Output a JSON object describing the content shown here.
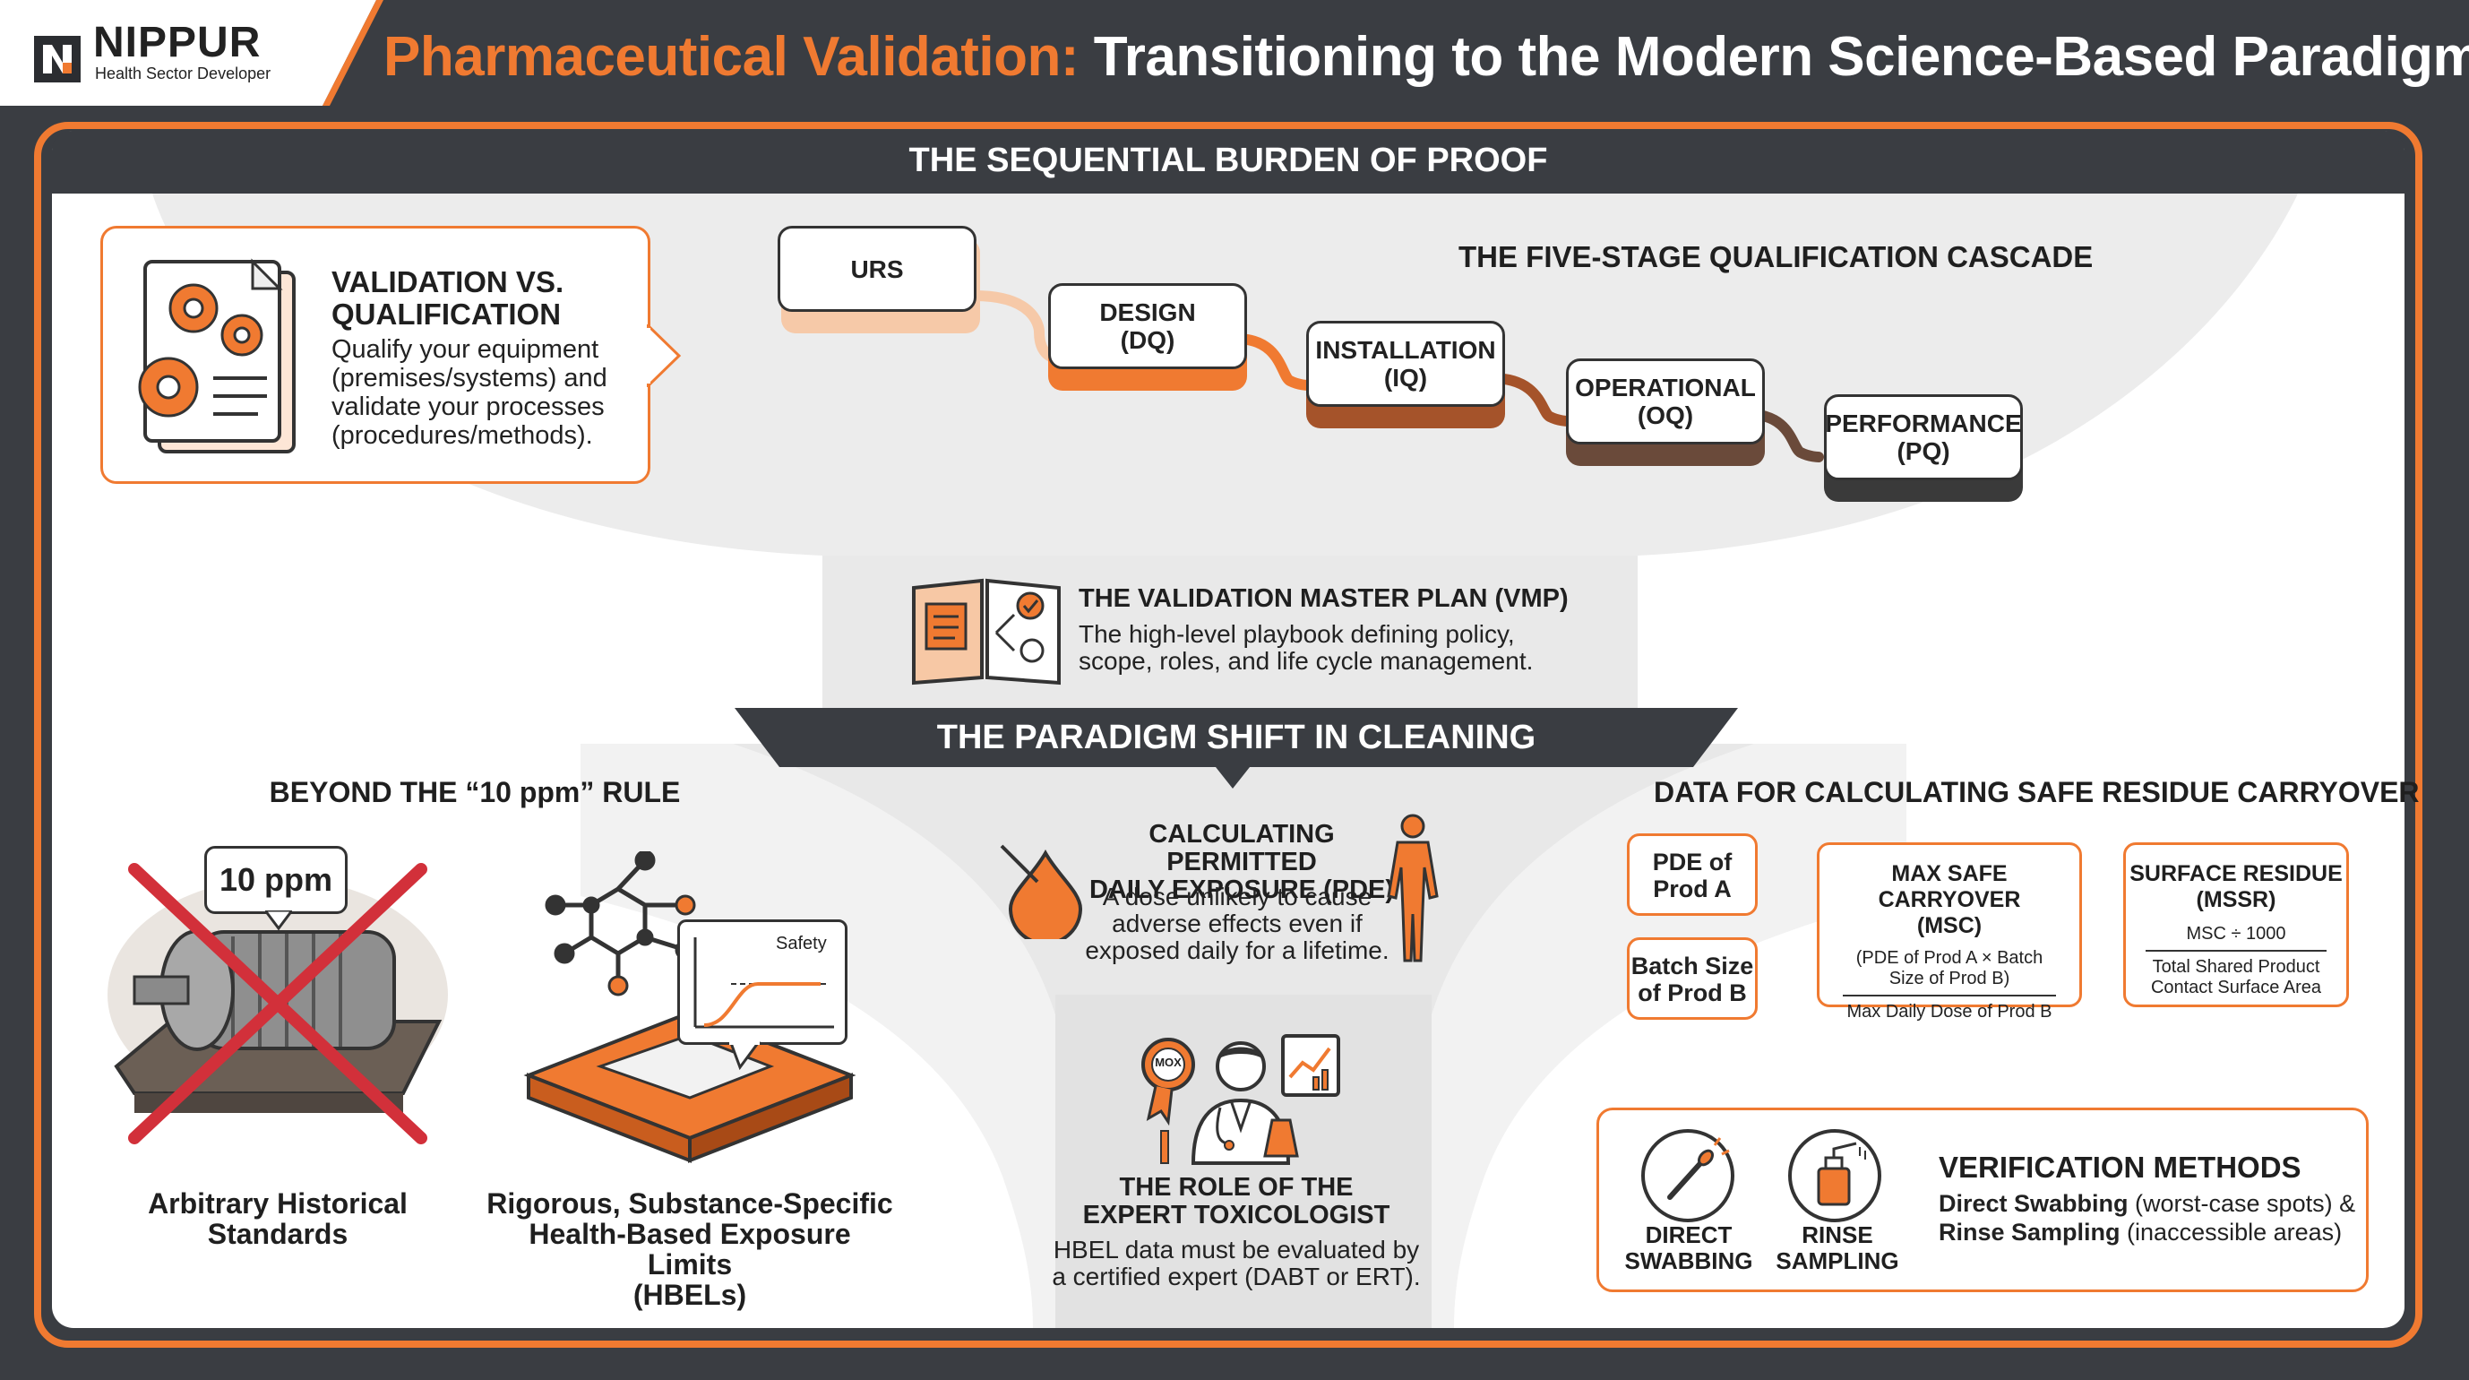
{
  "header": {
    "logo_name": "NIPPUR",
    "logo_tagline": "Health Sector Developer",
    "title_accent": "Pharmaceutical Validation:",
    "title_rest": "Transitioning to the Modern Science-Based Paradigm"
  },
  "section_top": {
    "bar_title": "THE SEQUENTIAL BURDEN OF PROOF",
    "validation_card": {
      "title_line1": "VALIDATION VS.",
      "title_line2": "QUALIFICATION",
      "body_lines": [
        "Qualify your equipment",
        "(premises/systems) and",
        "validate your processes",
        "(procedures/methods)."
      ]
    },
    "cascade_title": "THE FIVE-STAGE QUALIFICATION CASCADE",
    "stages": [
      {
        "line1": "URS",
        "line2": ""
      },
      {
        "line1": "DESIGN",
        "line2": "(DQ)"
      },
      {
        "line1": "INSTALLATION",
        "line2": "(IQ)"
      },
      {
        "line1": "OPERATIONAL",
        "line2": "(OQ)"
      },
      {
        "line1": "PERFORMANCE",
        "line2": "(PQ)"
      }
    ],
    "vmp": {
      "title": "THE VALIDATION MASTER PLAN (VMP)",
      "line1": "The high-level playbook defining policy,",
      "line2": "scope, roles, and life cycle management."
    }
  },
  "section_bottom": {
    "bar_title": "THE PARADIGM SHIFT IN CLEANING",
    "left": {
      "title": "BEYOND THE “10 ppm” RULE",
      "badge": "10 ppm",
      "caption1_line1": "Arbitrary Historical",
      "caption1_line2": "Standards",
      "graph_label": "Safety",
      "caption2_line1": "Rigorous, Substance-Specific",
      "caption2_line2": "Health-Based Exposure Limits",
      "caption2_line3": "(HBELs)"
    },
    "middle": {
      "pde_title_line1": "CALCULATING PERMITTED",
      "pde_title_line2": "DAILY EXPOSURE (PDE)",
      "pde_lines": [
        "A dose unlikely to cause",
        "adverse effects even if",
        "exposed daily for a lifetime."
      ],
      "medal_label": "MOX",
      "tox_title_line1": "THE ROLE OF THE",
      "tox_title_line2": "EXPERT TOXICOLOGIST",
      "tox_line1": "HBEL data must be evaluated by",
      "tox_line2": "a certified expert (DABT or ERT)."
    },
    "right": {
      "title": "DATA FOR CALCULATING SAFE RESIDUE CARRYOVER",
      "pde_box": {
        "line1": "PDE of",
        "line2": "Prod A"
      },
      "batch_box": {
        "line1": "Batch Size",
        "line2": "of Prod B"
      },
      "msc_box": {
        "title_line1": "MAX SAFE CARRYOVER",
        "title_line2": "(MSC)",
        "num_line1": "(PDE of Prod A × Batch",
        "num_line2": "Size of Prod B)",
        "den": "Max Daily Dose of Prod B"
      },
      "msr_box": {
        "title_line1": "SURFACE RESIDUE",
        "title_line2": "(MSSR)",
        "num": "MSC ÷ 1000",
        "den_line1": "Total Shared Product",
        "den_line2": "Contact Surface Area"
      },
      "verification": {
        "swab_line1": "DIRECT",
        "swab_line2": "SWABBING",
        "rinse_line1": "RINSE",
        "rinse_line2": "SAMPLING",
        "title": "VERIFICATION METHODS",
        "line1_bold": "Direct Swabbing",
        "line1_rest": " (worst-case spots) &",
        "line2_bold": "Rinse Sampling",
        "line2_rest": " (inaccessible areas)"
      }
    }
  },
  "colors": {
    "accent": "#f07a31",
    "dark": "#3a3d42",
    "light_gray": "#e6e6e6"
  }
}
